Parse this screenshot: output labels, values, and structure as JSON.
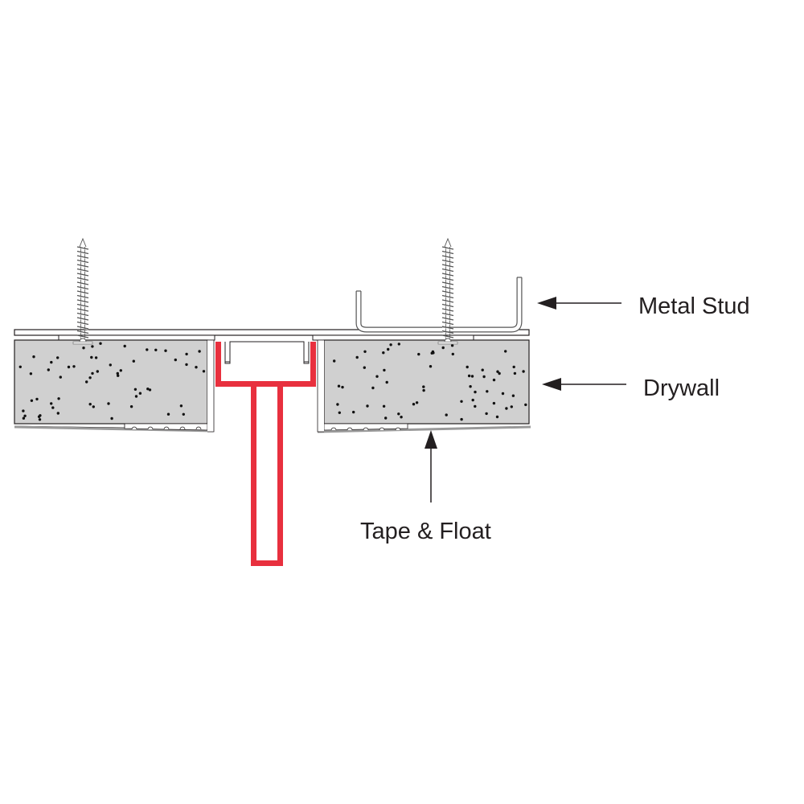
{
  "diagram": {
    "title": "Drywall reveal trim cross-section",
    "labels": {
      "metal_stud": "Metal Stud",
      "drywall": "Drywall",
      "tape_float": "Tape & Float"
    },
    "colors": {
      "trim_profile": "#e8303e",
      "drywall_fill": "#d0d0d0",
      "outline": "#231f20",
      "stud_outline": "#555555",
      "tape_edge": "#9a9a9a",
      "text": "#231f20",
      "background": "#ffffff"
    },
    "components": [
      {
        "id": "screw-left",
        "type": "drywall-screw"
      },
      {
        "id": "screw-right",
        "type": "drywall-screw"
      },
      {
        "id": "metal-stud",
        "type": "c-channel"
      },
      {
        "id": "top-track",
        "type": "metal-plate"
      },
      {
        "id": "drywall-left",
        "type": "gypsum-board"
      },
      {
        "id": "drywall-right",
        "type": "gypsum-board"
      },
      {
        "id": "reveal-trim",
        "type": "t-reveal-profile"
      },
      {
        "id": "tape-float-left",
        "type": "joint-compound"
      },
      {
        "id": "tape-float-right",
        "type": "joint-compound"
      }
    ]
  }
}
